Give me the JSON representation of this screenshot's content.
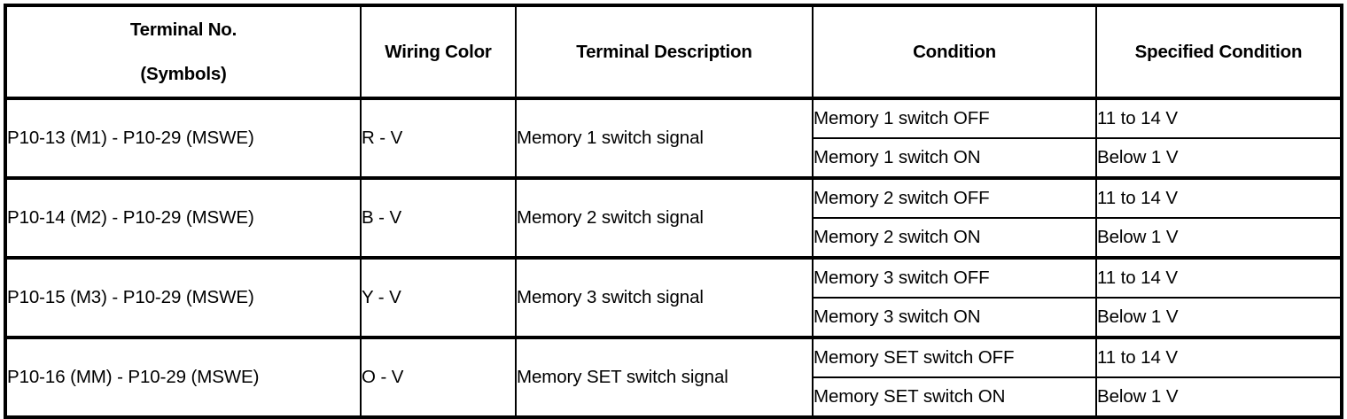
{
  "table": {
    "headers": {
      "terminal_no_line1": "Terminal No.",
      "terminal_no_line2": "(Symbols)",
      "wiring_color": "Wiring Color",
      "terminal_description": "Terminal Description",
      "condition": "Condition",
      "specified_condition": "Specified Condition"
    },
    "rows": [
      {
        "terminal_no": "P10-13 (M1) - P10-29 (MSWE)",
        "wiring_color": "R - V",
        "terminal_description": "Memory 1 switch signal",
        "measurements": [
          {
            "condition": "Memory 1 switch OFF",
            "specified_condition": "11 to 14 V"
          },
          {
            "condition": "Memory 1 switch ON",
            "specified_condition": "Below 1 V"
          }
        ]
      },
      {
        "terminal_no": "P10-14 (M2) - P10-29 (MSWE)",
        "wiring_color": "B - V",
        "terminal_description": "Memory 2 switch signal",
        "measurements": [
          {
            "condition": "Memory 2 switch OFF",
            "specified_condition": "11 to 14 V"
          },
          {
            "condition": "Memory 2 switch ON",
            "specified_condition": "Below 1 V"
          }
        ]
      },
      {
        "terminal_no": "P10-15 (M3) - P10-29 (MSWE)",
        "wiring_color": "Y - V",
        "terminal_description": "Memory 3 switch signal",
        "measurements": [
          {
            "condition": "Memory 3 switch OFF",
            "specified_condition": "11 to 14 V"
          },
          {
            "condition": "Memory 3 switch ON",
            "specified_condition": "Below 1 V"
          }
        ]
      },
      {
        "terminal_no": "P10-16 (MM) - P10-29 (MSWE)",
        "wiring_color": "O - V",
        "terminal_description": "Memory SET switch signal",
        "measurements": [
          {
            "condition": "Memory SET switch OFF",
            "specified_condition": "11 to 14 V"
          },
          {
            "condition": "Memory SET switch ON",
            "specified_condition": "Below 1 V"
          }
        ]
      }
    ]
  }
}
